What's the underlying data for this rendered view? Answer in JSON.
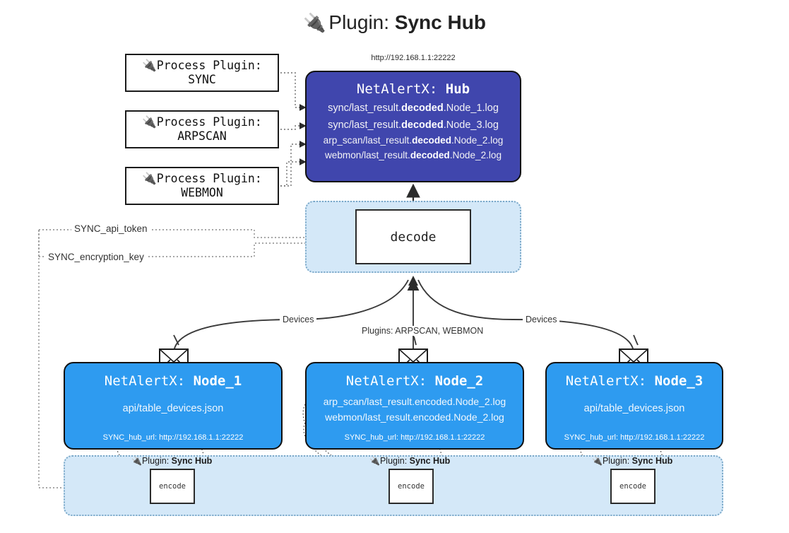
{
  "title": {
    "icon": "plug-icon",
    "glyph": "🔌",
    "prefix": "Plugin:",
    "name": "Sync Hub"
  },
  "colors": {
    "hub_fill": "#4046ad",
    "node_fill": "#2e9bf0",
    "group_fill": "#d4e8f8",
    "group_border": "#7aa8c8",
    "outline": "#111111",
    "page_bg": "#ffffff"
  },
  "process_plugins": [
    {
      "label": "Process Plugin:",
      "name": "SYNC"
    },
    {
      "label": "Process Plugin:",
      "name": "ARPSCAN"
    },
    {
      "label": "Process Plugin:",
      "name": "WEBMON"
    }
  ],
  "hub": {
    "url": "http://192.168.1.1:22222",
    "title_prefix": "NetAlertX:",
    "title_name": "Hub",
    "logs": [
      {
        "pre": "sync/last_result.",
        "mid": "decoded",
        "post": ".Node_1.log"
      },
      {
        "pre": "sync/last_result.",
        "mid": "decoded",
        "post": ".Node_3.log"
      },
      {
        "pre": "arp_scan/last_result.",
        "mid": "decoded",
        "post": ".Node_2.log"
      },
      {
        "pre": "webmon/last_result.",
        "mid": "decoded",
        "post": ".Node_2.log"
      }
    ]
  },
  "decode": {
    "label": "decode"
  },
  "keys": {
    "api_token": "SYNC_api_token",
    "encryption_key": "SYNC_encryption_key"
  },
  "edges": {
    "left_devices": "Devices",
    "middle_plugins": "Plugins: ARPSCAN, WEBMON",
    "right_devices": "Devices"
  },
  "nodes": [
    {
      "title_prefix": "NetAlertX:",
      "title_name": "Node_1",
      "lines": [
        "api/table_devices.json"
      ],
      "hub_url_label": "SYNC_hub_url: http://192.168.1.1:22222"
    },
    {
      "title_prefix": "NetAlertX:",
      "title_name": "Node_2",
      "lines": [
        "arp_scan/last_result.encoded.Node_2.log",
        "webmon/last_result.encoded.Node_2.log"
      ],
      "hub_url_label": "SYNC_hub_url: http://192.168.1.1:22222"
    },
    {
      "title_prefix": "NetAlertX:",
      "title_name": "Node_3",
      "lines": [
        "api/table_devices.json"
      ],
      "hub_url_label": "SYNC_hub_url: http://192.168.1.1:22222"
    }
  ],
  "plugin_groups": [
    {
      "icon_glyph": "🔌",
      "prefix": "Plugin:",
      "name": "Sync Hub",
      "box_label": "encode"
    },
    {
      "icon_glyph": "🔌",
      "prefix": "Plugin:",
      "name": "Sync Hub",
      "box_label": "encode"
    },
    {
      "icon_glyph": "🔌",
      "prefix": "Plugin:",
      "name": "Sync Hub",
      "box_label": "encode"
    }
  ]
}
